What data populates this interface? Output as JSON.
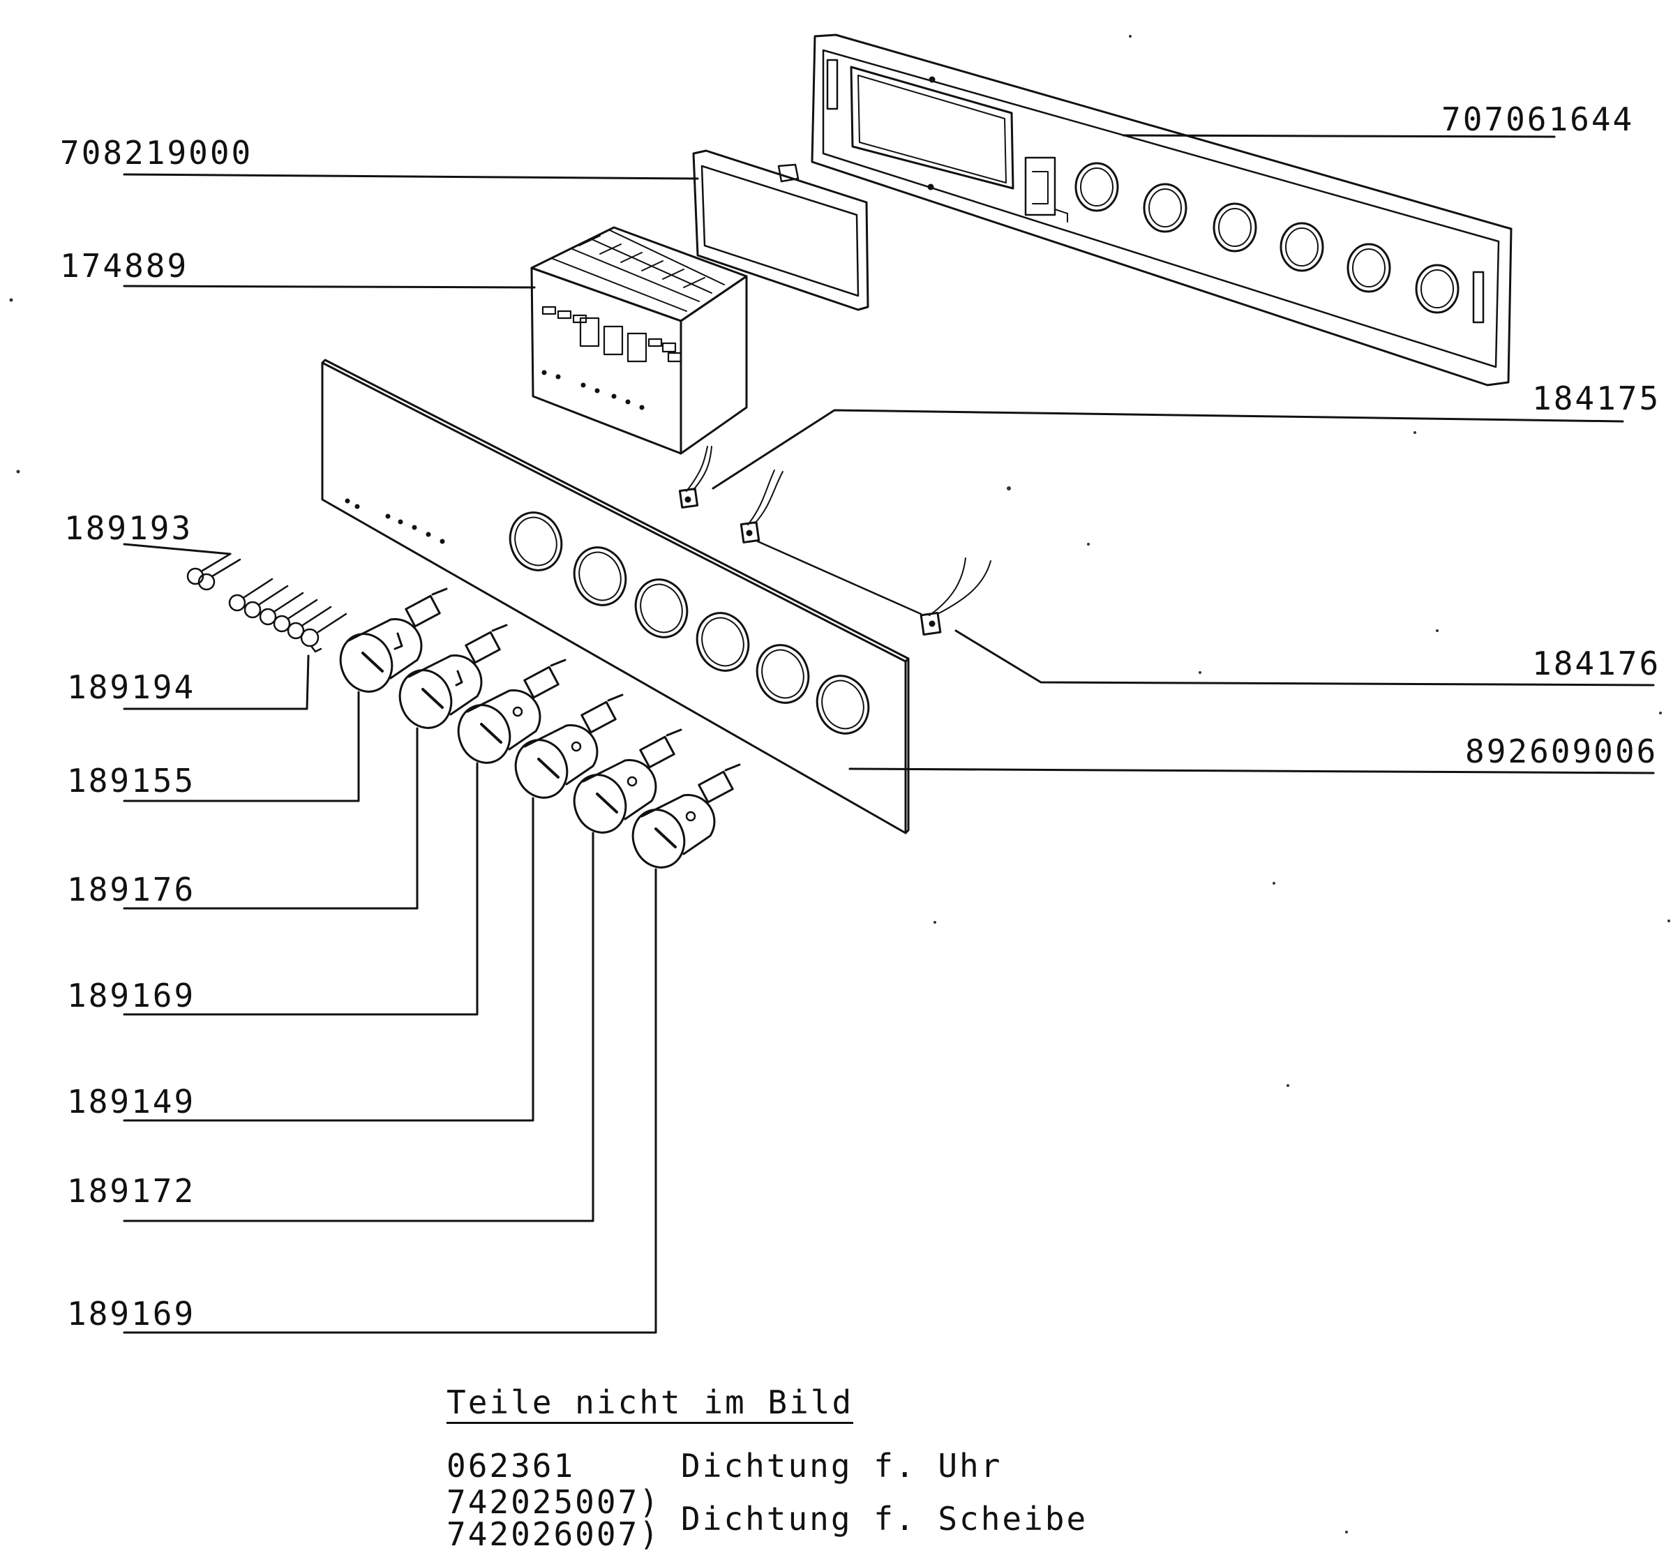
{
  "diagram": {
    "part_labels": [
      "707061644",
      "708219000",
      "174889",
      "184175",
      "189193",
      "184176",
      "189194",
      "892609006",
      "189155",
      "189176",
      "189169",
      "189149",
      "189172",
      "189169"
    ],
    "legend": {
      "title": "Teile nicht im Bild",
      "rows": [
        {
          "numbers": "062361",
          "description": "Dichtung f. Uhr"
        },
        {
          "numbers": "742025007)",
          "description": ""
        },
        {
          "numbers": "742026007)",
          "description": "Dichtung f. Scheibe"
        }
      ]
    }
  }
}
